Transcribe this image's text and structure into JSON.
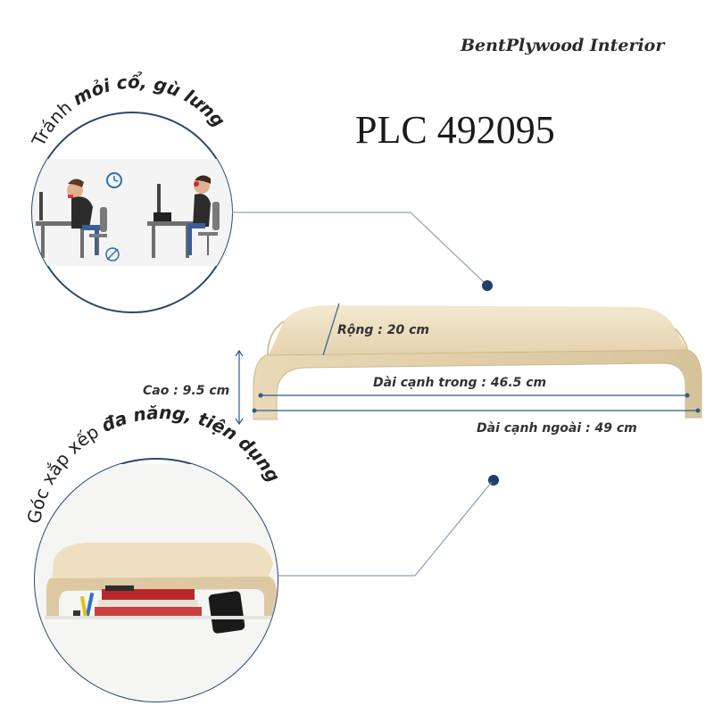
{
  "brand": "BentPlywood Interior",
  "product_code": "PLC 492095",
  "callout_top": {
    "prefix": "Tránh ",
    "emphasis": "mỏi cổ, gù lưng"
  },
  "callout_bottom": {
    "prefix": "Góc xắp xếp ",
    "emphasis": "đa năng, tiện dụng"
  },
  "dimensions": {
    "width": "Rộng : 20 cm",
    "inner_length": "Dài cạnh trong : 46.5 cm",
    "height": "Cao : 9.5 cm",
    "outer_length": "Dài cạnh ngoài : 49 cm"
  },
  "colors": {
    "wood": "#efe2c6",
    "wood_dark": "#d8c6a0",
    "line": "#1f3f66",
    "dot": "#1f3f66"
  }
}
